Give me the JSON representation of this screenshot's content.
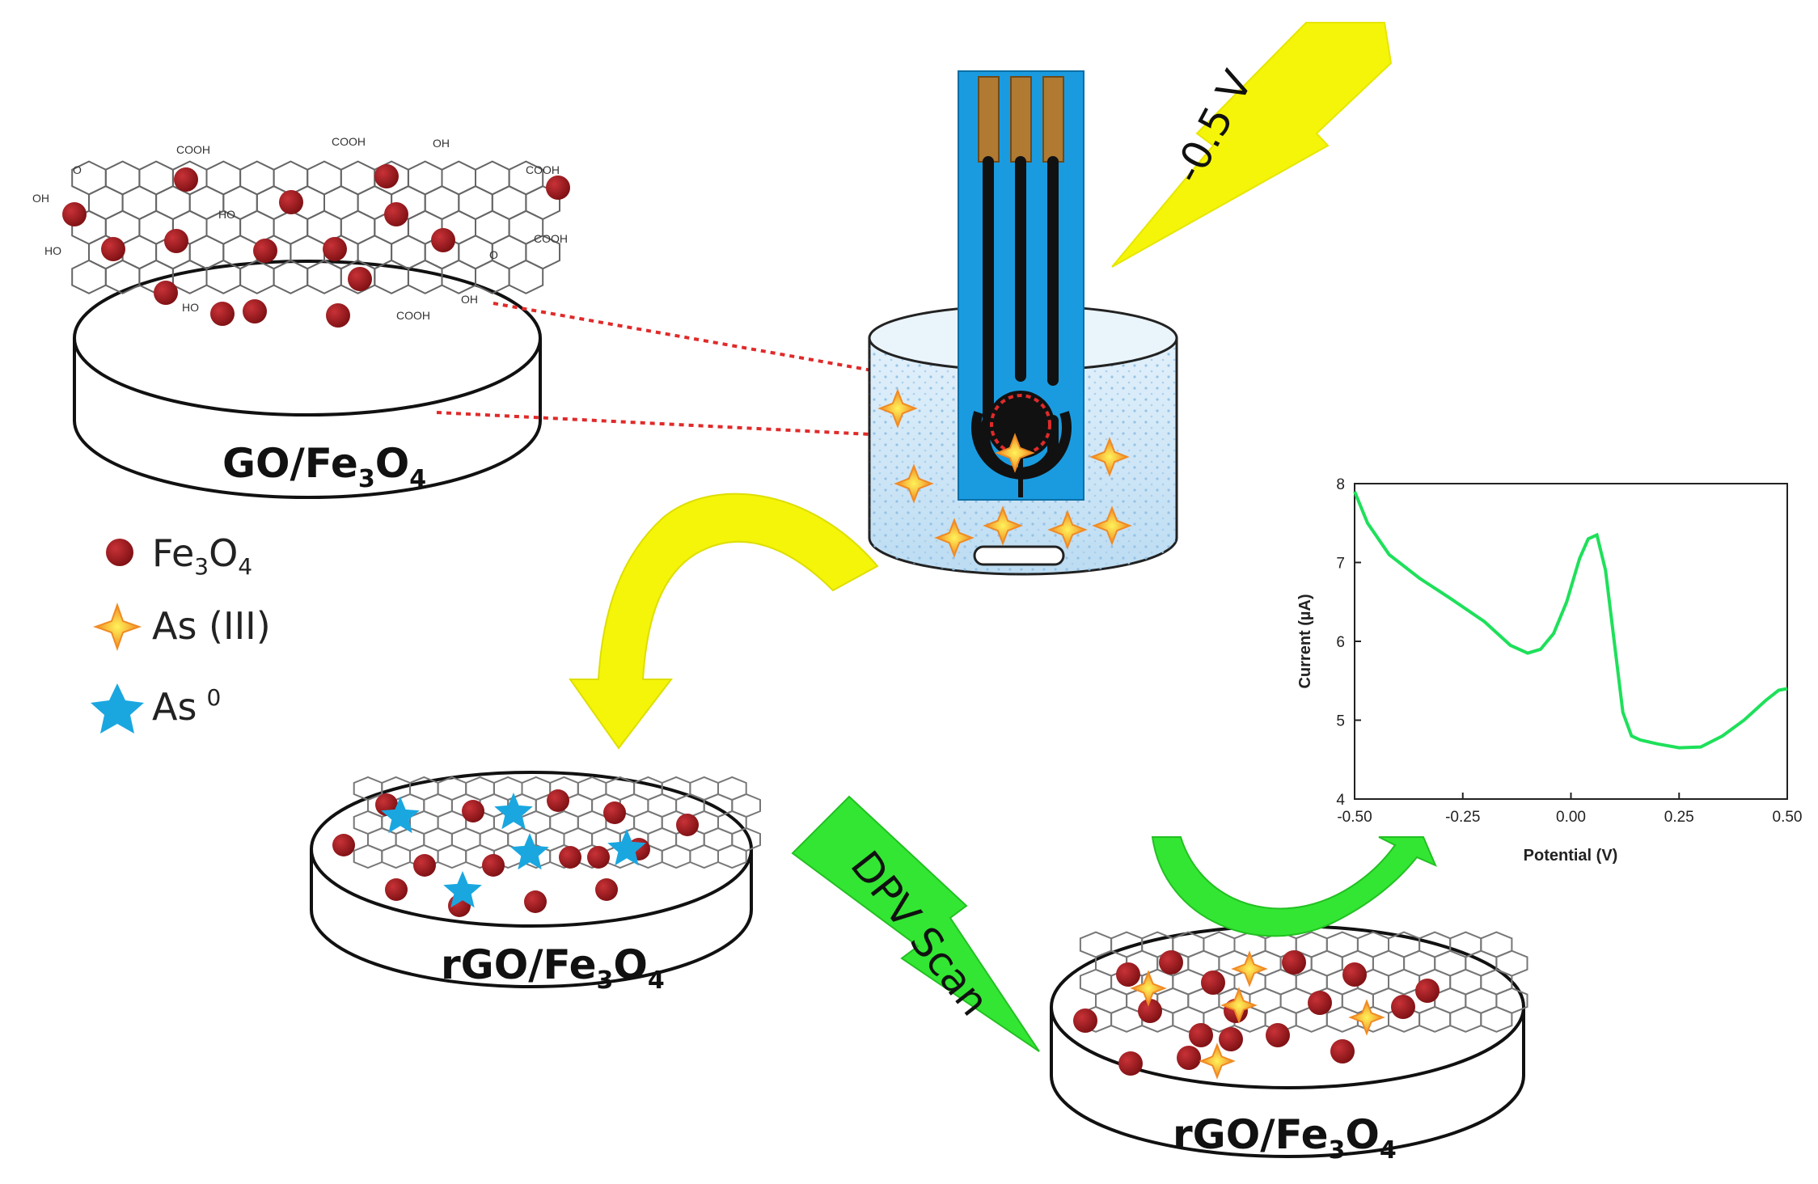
{
  "disks": {
    "top": {
      "label": "GO/Fe",
      "sub1": "3",
      "mid": "O",
      "sub2": "4"
    },
    "left": {
      "label": "rGO/Fe",
      "sub1": "3",
      "mid": "O",
      "sub2": "4"
    },
    "right": {
      "label": "rGO/Fe",
      "sub1": "3",
      "mid": "O",
      "sub2": "4"
    }
  },
  "legend": {
    "fe3o4": {
      "label": "Fe",
      "sub1": "3",
      "mid": "O",
      "sub2": "4",
      "color": "#9b1b1e"
    },
    "as3": {
      "label": "As (III)",
      "color": "#f08a24"
    },
    "as0": {
      "label": "As",
      "sup": "0",
      "color": "#1aa7e0"
    }
  },
  "voltage_label": "-0.5 V",
  "dpv_label": "DPV Scan",
  "chem_labels": {
    "cooh": "COOH",
    "oh": "OH",
    "ho": "HO",
    "o": "O"
  },
  "colors": {
    "yellow": "#f5f50a",
    "green": "#33e633",
    "electrode_blue": "#1a9be0",
    "contact": "#b07a33",
    "curve": "#1ee05a"
  },
  "chart_data": {
    "type": "line",
    "xlabel": "Potential (V)",
    "ylabel": "Current (µA)",
    "xlim": [
      -0.5,
      0.5
    ],
    "ylim": [
      4,
      8
    ],
    "xticks": [
      "-0.50",
      "-0.25",
      "0.00",
      "0.25",
      "0.50"
    ],
    "yticks": [
      "4",
      "5",
      "6",
      "7",
      "8"
    ],
    "x": [
      -0.5,
      -0.47,
      -0.42,
      -0.35,
      -0.28,
      -0.2,
      -0.14,
      -0.1,
      -0.07,
      -0.04,
      -0.01,
      0.02,
      0.04,
      0.06,
      0.08,
      0.1,
      0.12,
      0.14,
      0.16,
      0.2,
      0.25,
      0.3,
      0.35,
      0.4,
      0.45,
      0.48,
      0.5
    ],
    "y": [
      7.9,
      7.5,
      7.1,
      6.8,
      6.55,
      6.25,
      5.95,
      5.85,
      5.9,
      6.1,
      6.5,
      7.05,
      7.3,
      7.35,
      6.9,
      6.0,
      5.1,
      4.8,
      4.75,
      4.7,
      4.65,
      4.66,
      4.8,
      5.0,
      5.25,
      5.38,
      5.4
    ]
  }
}
